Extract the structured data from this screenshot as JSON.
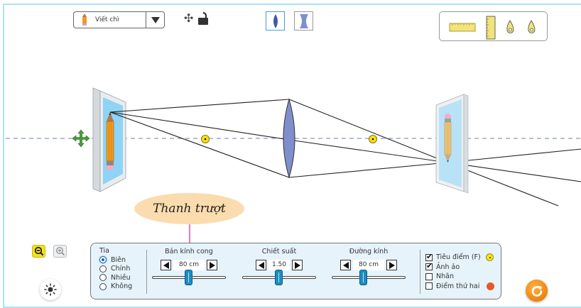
{
  "toolbar": {
    "tool_select": {
      "value": "Viết chì",
      "icon": "pencil-icon"
    },
    "move_icon": "move-arrows-icon",
    "lock_icon": "unlock-icon",
    "lens_types": [
      {
        "name": "converging-lens",
        "active": true
      },
      {
        "name": "diverging-lens",
        "active": false
      }
    ],
    "measurement_tools": [
      "horizontal-ruler-icon",
      "vertical-ruler-icon",
      "marker-pin-icon",
      "marker-pin-icon"
    ]
  },
  "scene": {
    "object": "pencil",
    "image": "inverted-pencil",
    "focal_point_marker": "focus-dot"
  },
  "annotation": {
    "text": "Thanh trượt"
  },
  "panel": {
    "rays": {
      "title": "Tia",
      "options": [
        {
          "label": "Biên",
          "selected": true
        },
        {
          "label": "Chính",
          "selected": false
        },
        {
          "label": "Nhiều",
          "selected": false
        },
        {
          "label": "Không",
          "selected": false
        }
      ]
    },
    "sliders": [
      {
        "title": "Bán kính cong",
        "value": "80 cm",
        "fraction": 0.5
      },
      {
        "title": "Chiết suất",
        "value": "1.50",
        "fraction": 0.5
      },
      {
        "title": "Đường kính",
        "value": "80 cm",
        "fraction": 0.43
      }
    ],
    "checks": [
      {
        "label": "Tiêu điểm (F)",
        "checked": true
      },
      {
        "label": "Ảnh ảo",
        "checked": true
      },
      {
        "label": "Nhãn",
        "checked": false
      },
      {
        "label": "Điểm thứ hai",
        "checked": false
      }
    ]
  },
  "colors": {
    "focus_dot": "#f8e21a",
    "second_point_dot": "#e8562a",
    "lens_fill": "#7f8fcc",
    "axis": "#8a96c4",
    "callout": "#fbdcae",
    "callout_pointer": "#e0309a",
    "reset_button": "#f08a12"
  }
}
